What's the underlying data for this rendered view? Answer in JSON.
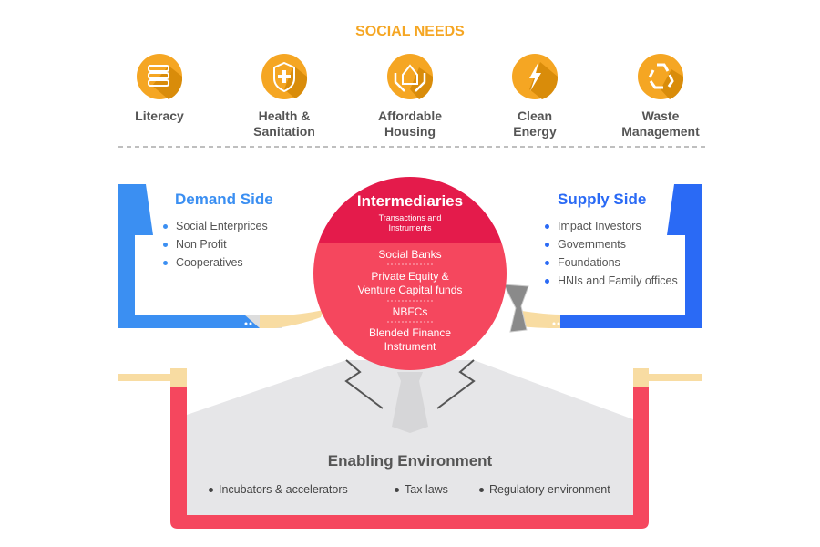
{
  "title": "SOCIAL NEEDS",
  "needs": [
    {
      "label_line1": "Literacy",
      "label_line2": "",
      "icon": "books-icon"
    },
    {
      "label_line1": "Health &",
      "label_line2": "Sanitation",
      "icon": "shield-cross-icon"
    },
    {
      "label_line1": "Affordable",
      "label_line2": "Housing",
      "icon": "house-hands-icon"
    },
    {
      "label_line1": "Clean",
      "label_line2": "Energy",
      "icon": "lightning-icon"
    },
    {
      "label_line1": "Waste",
      "label_line2": "Management",
      "icon": "recycle-icon"
    }
  ],
  "demand": {
    "title": "Demand Side",
    "items": [
      "Social Enterprices",
      "Non Profit",
      "Cooperatives"
    ]
  },
  "supply": {
    "title": "Supply Side",
    "items": [
      "Impact Investors",
      "Governments",
      "Foundations",
      "HNIs and Family offices"
    ]
  },
  "intermediaries": {
    "title": "Intermediaries",
    "subtitle_line1": "Transactions and",
    "subtitle_line2": "Instruments",
    "items": [
      "Social Banks",
      "Private Equity &",
      "Venture Capital funds",
      "NBFCs",
      "Blended Finance",
      "Instrument"
    ]
  },
  "enabling": {
    "title": "Enabling Environment",
    "items": [
      "Incubators & accelerators",
      "Tax laws",
      "Regulatory environment"
    ]
  },
  "colors": {
    "orange": "#f5a623",
    "orange_dark": "#d98c0a",
    "blue_demand": "#3b8ff2",
    "blue_supply": "#2a6af5",
    "red_dark": "#e41b4b",
    "red": "#f5475e",
    "gray_body": "#e6e6e8",
    "skin": "#f8dca2"
  }
}
